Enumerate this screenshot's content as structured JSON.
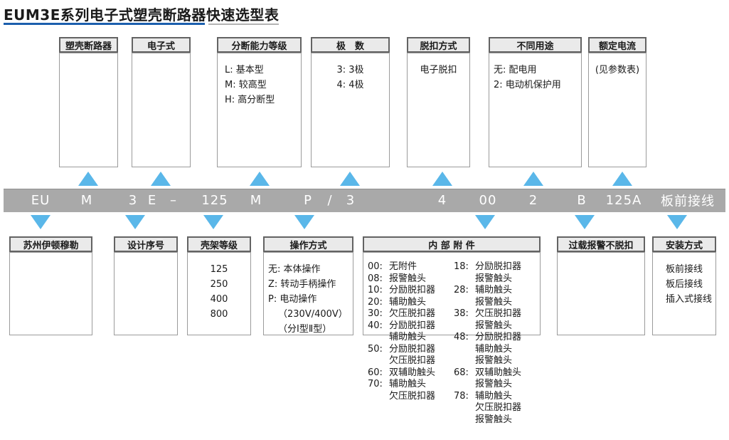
{
  "title": "EUM3E系列电子式塑壳断路器快速选型表",
  "colors": {
    "accent_blue": "#1c5fad",
    "arrow_blue": "#5ab7e9",
    "bar_gray": "#a9a9a9",
    "header_bg": "#eaeaea",
    "bar_text": "#ffffff"
  },
  "top_boxes": [
    {
      "header": "塑壳断路器",
      "lines": []
    },
    {
      "header": "电子式",
      "lines": []
    },
    {
      "header": "分断能力等级",
      "lines": [
        "L: 基本型",
        "M: 较高型",
        "H: 高分断型"
      ]
    },
    {
      "header": "极　数",
      "lines": [
        "3: 3极",
        "4: 4极"
      ]
    },
    {
      "header": "脱扣方式",
      "lines": [
        "电子脱扣"
      ]
    },
    {
      "header": "不同用途",
      "lines": [
        "无: 配电用",
        "2:  电动机保护用"
      ]
    },
    {
      "header": "额定电流",
      "lines": [
        "(见参数表)"
      ]
    }
  ],
  "model_code": {
    "full": "EU M 3 E – 125 M P / 3 4 00 2 B 125A 板前接线",
    "segments": [
      "EU",
      "M",
      "3",
      "E",
      "–",
      "125",
      "M",
      "P",
      "/",
      "3",
      "4",
      "00",
      "2",
      "B",
      "125A",
      "板前接线"
    ]
  },
  "bottom_boxes": [
    {
      "header": "苏州伊顿穆勒",
      "lines": []
    },
    {
      "header": "设计序号",
      "lines": []
    },
    {
      "header": "壳架等级",
      "lines": [
        "125",
        "250",
        "400",
        "800"
      ]
    },
    {
      "header": "操作方式",
      "lines": [
        "无: 本体操作",
        "Z: 转动手柄操作",
        "P: 电动操作",
        "（230V/400V）",
        "（分Ⅰ型Ⅱ型）"
      ]
    },
    {
      "header": "内 部 附 件",
      "left": [
        {
          "code": "00:",
          "lines": [
            "无附件"
          ]
        },
        {
          "code": "08:",
          "lines": [
            "报警触头"
          ]
        },
        {
          "code": "10:",
          "lines": [
            "分励脱扣器"
          ]
        },
        {
          "code": "20:",
          "lines": [
            "辅助触头"
          ]
        },
        {
          "code": "30:",
          "lines": [
            "欠压脱扣器"
          ]
        },
        {
          "code": "40:",
          "lines": [
            "分励脱扣器",
            "辅助触头"
          ]
        },
        {
          "code": "50:",
          "lines": [
            "分励脱扣器",
            "欠压脱扣器"
          ]
        },
        {
          "code": "60:",
          "lines": [
            "双辅助触头"
          ]
        },
        {
          "code": "70:",
          "lines": [
            "辅助触头",
            "欠压脱扣器"
          ]
        }
      ],
      "right": [
        {
          "code": "18:",
          "lines": [
            "分励脱扣器",
            "报警触头"
          ]
        },
        {
          "code": "28:",
          "lines": [
            "辅助触头",
            "报警触头"
          ]
        },
        {
          "code": "38:",
          "lines": [
            "欠压脱扣器",
            "报警触头"
          ]
        },
        {
          "code": "48:",
          "lines": [
            "分励脱扣器",
            "辅助触头",
            "报警触头"
          ]
        },
        {
          "code": "68:",
          "lines": [
            "双辅助触头",
            "报警触头"
          ]
        },
        {
          "code": "78:",
          "lines": [
            "辅助触头",
            "欠压脱扣器",
            "报警触头"
          ]
        }
      ]
    },
    {
      "header": "过载报警不脱扣",
      "lines": []
    },
    {
      "header": "安装方式",
      "lines": [
        "板前接线",
        "板后接线",
        "插入式接线"
      ]
    }
  ]
}
